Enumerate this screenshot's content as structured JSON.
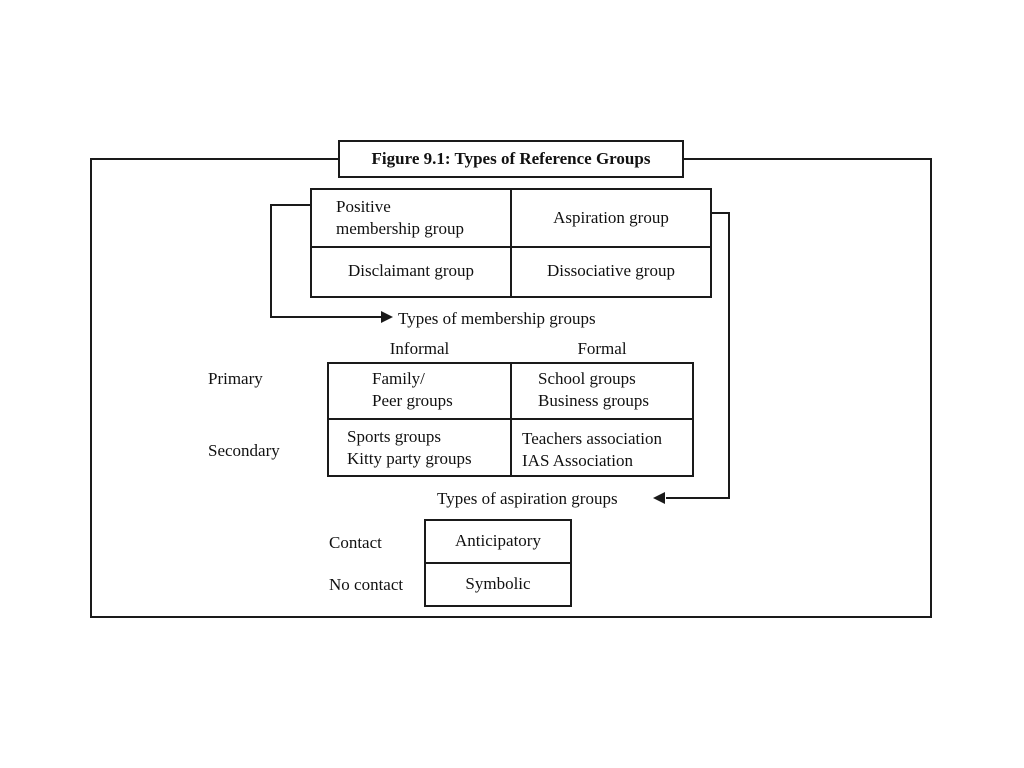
{
  "figure": {
    "title": "Figure 9.1: Types of Reference Groups"
  },
  "reference_groups": {
    "positive_membership": [
      "Positive",
      "membership group"
    ],
    "aspiration": "Aspiration group",
    "disclaimant": "Disclaimant group",
    "dissociative": "Dissociative group"
  },
  "membership_types": {
    "heading": "Types of membership groups",
    "col_informal": "Informal",
    "col_formal": "Formal",
    "row_primary": "Primary",
    "row_secondary": "Secondary",
    "primary_informal": [
      "Family/",
      "Peer groups"
    ],
    "primary_formal": [
      "School groups",
      "Business groups"
    ],
    "secondary_informal": [
      "Sports groups",
      "Kitty party groups"
    ],
    "secondary_formal": [
      "Teachers association",
      "IAS Association"
    ]
  },
  "aspiration_types": {
    "heading": "Types of aspiration groups",
    "row_contact": "Contact",
    "row_no_contact": "No contact",
    "anticipatory": "Anticipatory",
    "symbolic": "Symbolic"
  }
}
